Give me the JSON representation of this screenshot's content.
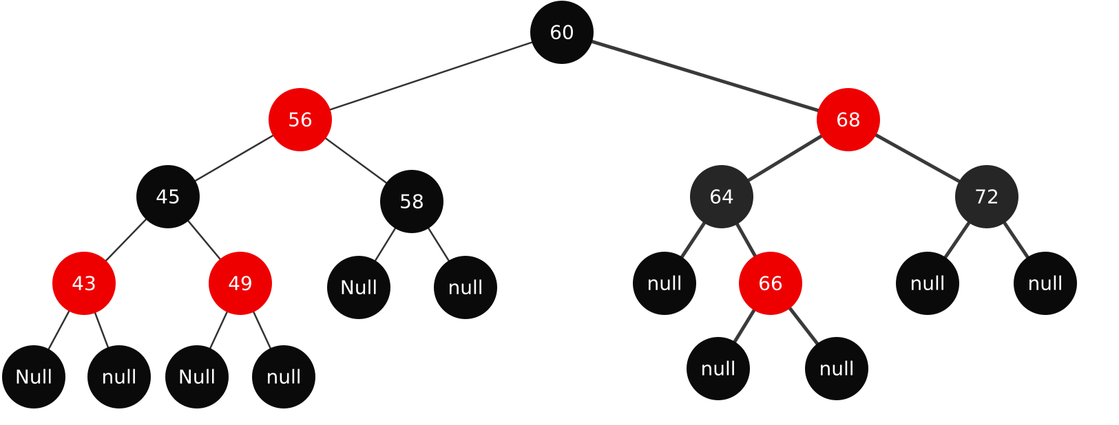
{
  "diagram": {
    "nodes": [
      {
        "id": "n60",
        "label": "60",
        "color": "black"
      },
      {
        "id": "n56",
        "label": "56",
        "color": "red"
      },
      {
        "id": "n68",
        "label": "68",
        "color": "red"
      },
      {
        "id": "n45",
        "label": "45",
        "color": "black"
      },
      {
        "id": "n58",
        "label": "58",
        "color": "black"
      },
      {
        "id": "n64",
        "label": "64",
        "color": "dark"
      },
      {
        "id": "n72",
        "label": "72",
        "color": "dark"
      },
      {
        "id": "n43",
        "label": "43",
        "color": "red"
      },
      {
        "id": "n49",
        "label": "49",
        "color": "red"
      },
      {
        "id": "n66",
        "label": "66",
        "color": "red"
      },
      {
        "id": "nl1",
        "label": "Null",
        "color": "black"
      },
      {
        "id": "nl2",
        "label": "null",
        "color": "black"
      },
      {
        "id": "nl3",
        "label": "Null",
        "color": "black"
      },
      {
        "id": "nl4",
        "label": "null",
        "color": "black"
      },
      {
        "id": "nl5",
        "label": "Null",
        "color": "black"
      },
      {
        "id": "nl6",
        "label": "null",
        "color": "black"
      },
      {
        "id": "nl7",
        "label": "null",
        "color": "black"
      },
      {
        "id": "nl8",
        "label": "null",
        "color": "black"
      },
      {
        "id": "nl9",
        "label": "null",
        "color": "black"
      },
      {
        "id": "nl10",
        "label": "null",
        "color": "black"
      },
      {
        "id": "nl11",
        "label": "null",
        "color": "black"
      }
    ],
    "edges": [
      {
        "from": "n60",
        "to": "n56"
      },
      {
        "from": "n60",
        "to": "n68"
      },
      {
        "from": "n56",
        "to": "n45"
      },
      {
        "from": "n56",
        "to": "n58"
      },
      {
        "from": "n68",
        "to": "n64"
      },
      {
        "from": "n68",
        "to": "n72"
      },
      {
        "from": "n45",
        "to": "n43"
      },
      {
        "from": "n45",
        "to": "n49"
      },
      {
        "from": "n58",
        "to": "nl5"
      },
      {
        "from": "n58",
        "to": "nl6"
      },
      {
        "from": "n64",
        "to": "nl7"
      },
      {
        "from": "n64",
        "to": "n66"
      },
      {
        "from": "n72",
        "to": "nl10"
      },
      {
        "from": "n72",
        "to": "nl11"
      },
      {
        "from": "n43",
        "to": "nl1"
      },
      {
        "from": "n43",
        "to": "nl2"
      },
      {
        "from": "n49",
        "to": "nl3"
      },
      {
        "from": "n49",
        "to": "nl4"
      },
      {
        "from": "n66",
        "to": "nl8"
      },
      {
        "from": "n66",
        "to": "nl9"
      }
    ],
    "colors": {
      "black": "#0a0a0a",
      "dark": "#262626",
      "red": "#ee0000",
      "text": "#ffffff",
      "edge": "#333333"
    }
  }
}
